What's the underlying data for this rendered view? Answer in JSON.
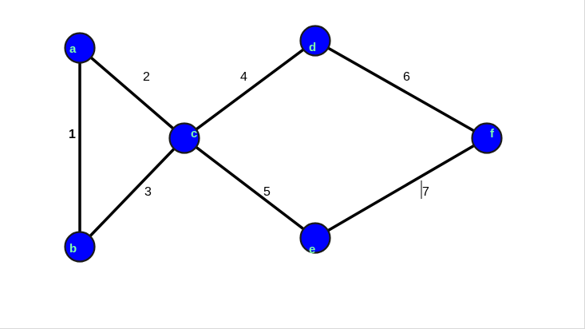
{
  "graph": {
    "nodes": [
      {
        "id": "a",
        "label": "a"
      },
      {
        "id": "b",
        "label": "b"
      },
      {
        "id": "c",
        "label": "c"
      },
      {
        "id": "d",
        "label": "d"
      },
      {
        "id": "e",
        "label": "e"
      },
      {
        "id": "f",
        "label": "f"
      }
    ],
    "edges": [
      {
        "from": "a",
        "to": "b",
        "weight": "1"
      },
      {
        "from": "a",
        "to": "c",
        "weight": "2"
      },
      {
        "from": "b",
        "to": "c",
        "weight": "3"
      },
      {
        "from": "c",
        "to": "d",
        "weight": "4"
      },
      {
        "from": "c",
        "to": "e",
        "weight": "5"
      },
      {
        "from": "d",
        "to": "f",
        "weight": "6"
      },
      {
        "from": "e",
        "to": "f",
        "weight": "7"
      }
    ],
    "colors": {
      "node_fill": "#0000ff",
      "node_label": "#7fffb0",
      "edge": "#000000"
    }
  }
}
